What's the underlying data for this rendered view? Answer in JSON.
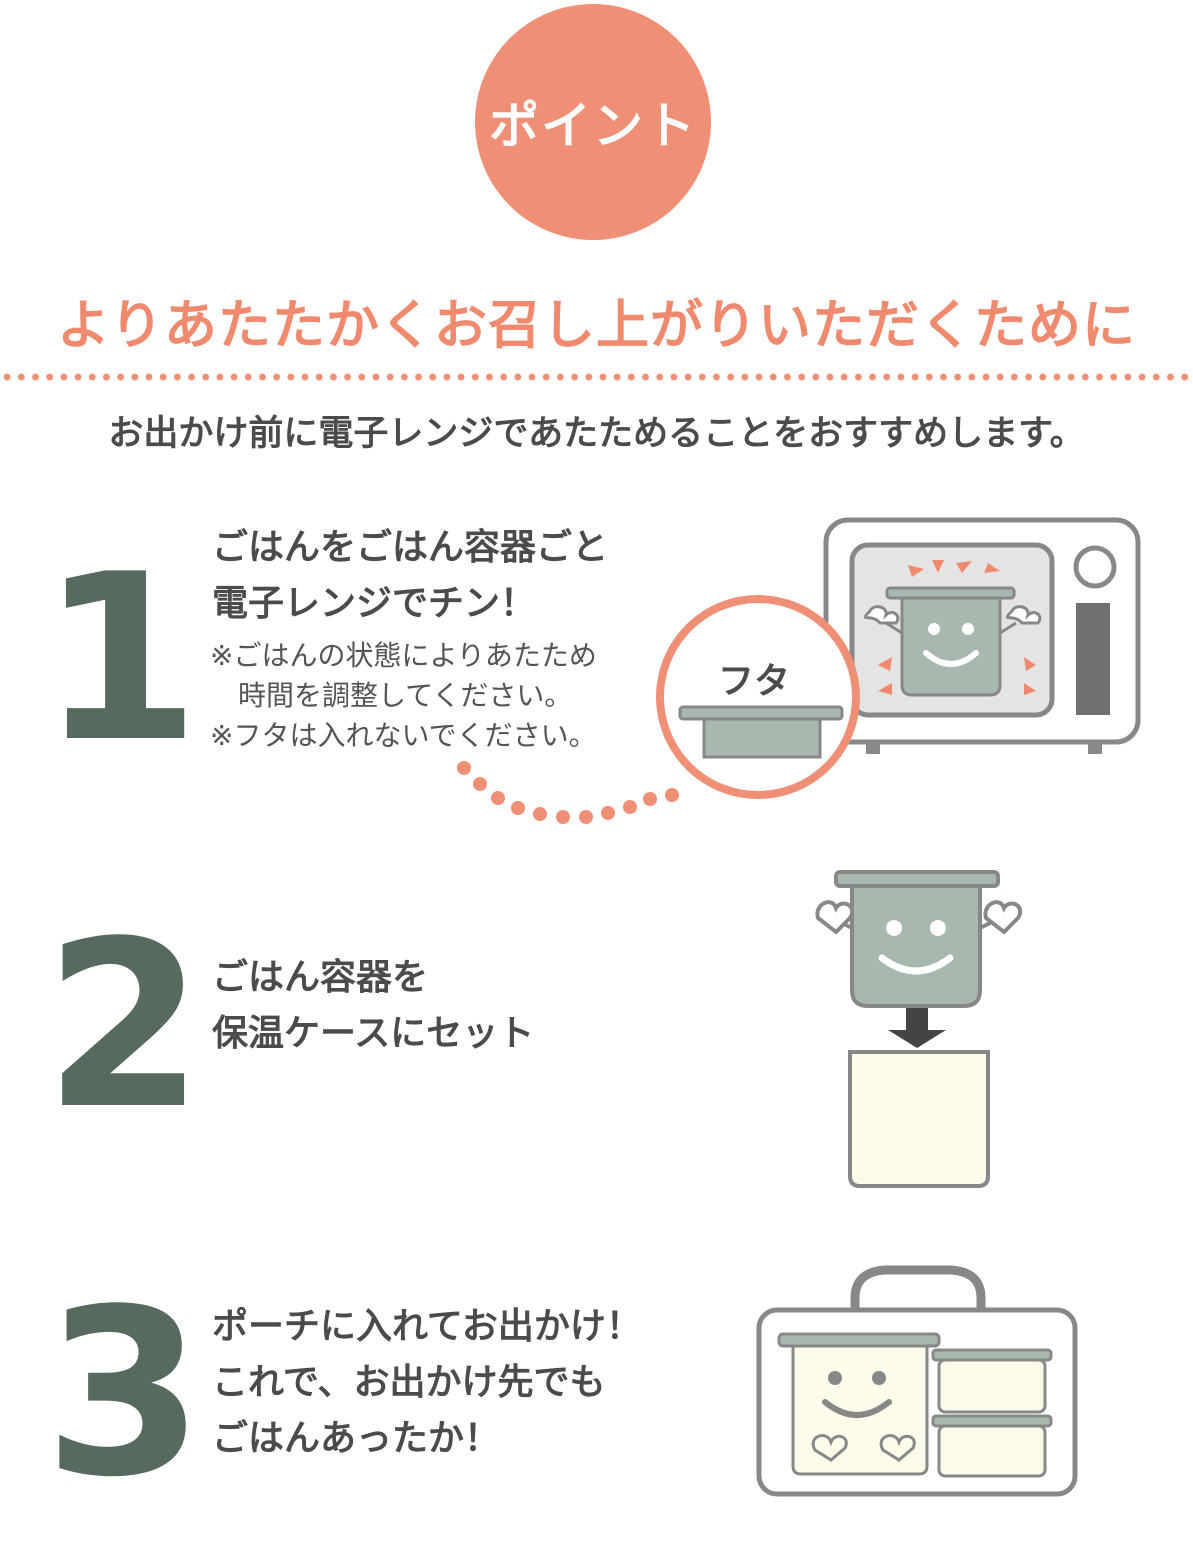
{
  "badge": {
    "label": "ポイント"
  },
  "headline": "よりあたたかくお召し上がりいただくために",
  "subheadline": "お出かけ前に電子レンジであたためることをおすすめします。",
  "steps": [
    {
      "number": "1",
      "title_lines": [
        "ごはんをごはん容器ごと",
        "電子レンジでチン！"
      ],
      "notes": [
        "※ごはんの状態によりあたため",
        "　時間を調整してください。",
        "※フタは入れないでください。"
      ],
      "callout_label": "フタ"
    },
    {
      "number": "2",
      "title_lines": [
        "ごはん容器を",
        "保温ケースにセット"
      ]
    },
    {
      "number": "3",
      "title_lines": [
        "ポーチに入れてお出かけ！",
        "これで、お出かけ先でも",
        "ごはんあったか！"
      ]
    }
  ],
  "colors": {
    "accent": "#ef9076",
    "step_number": "#566b5d",
    "container": "#a9b8ae",
    "case": "#fdfbe9"
  }
}
